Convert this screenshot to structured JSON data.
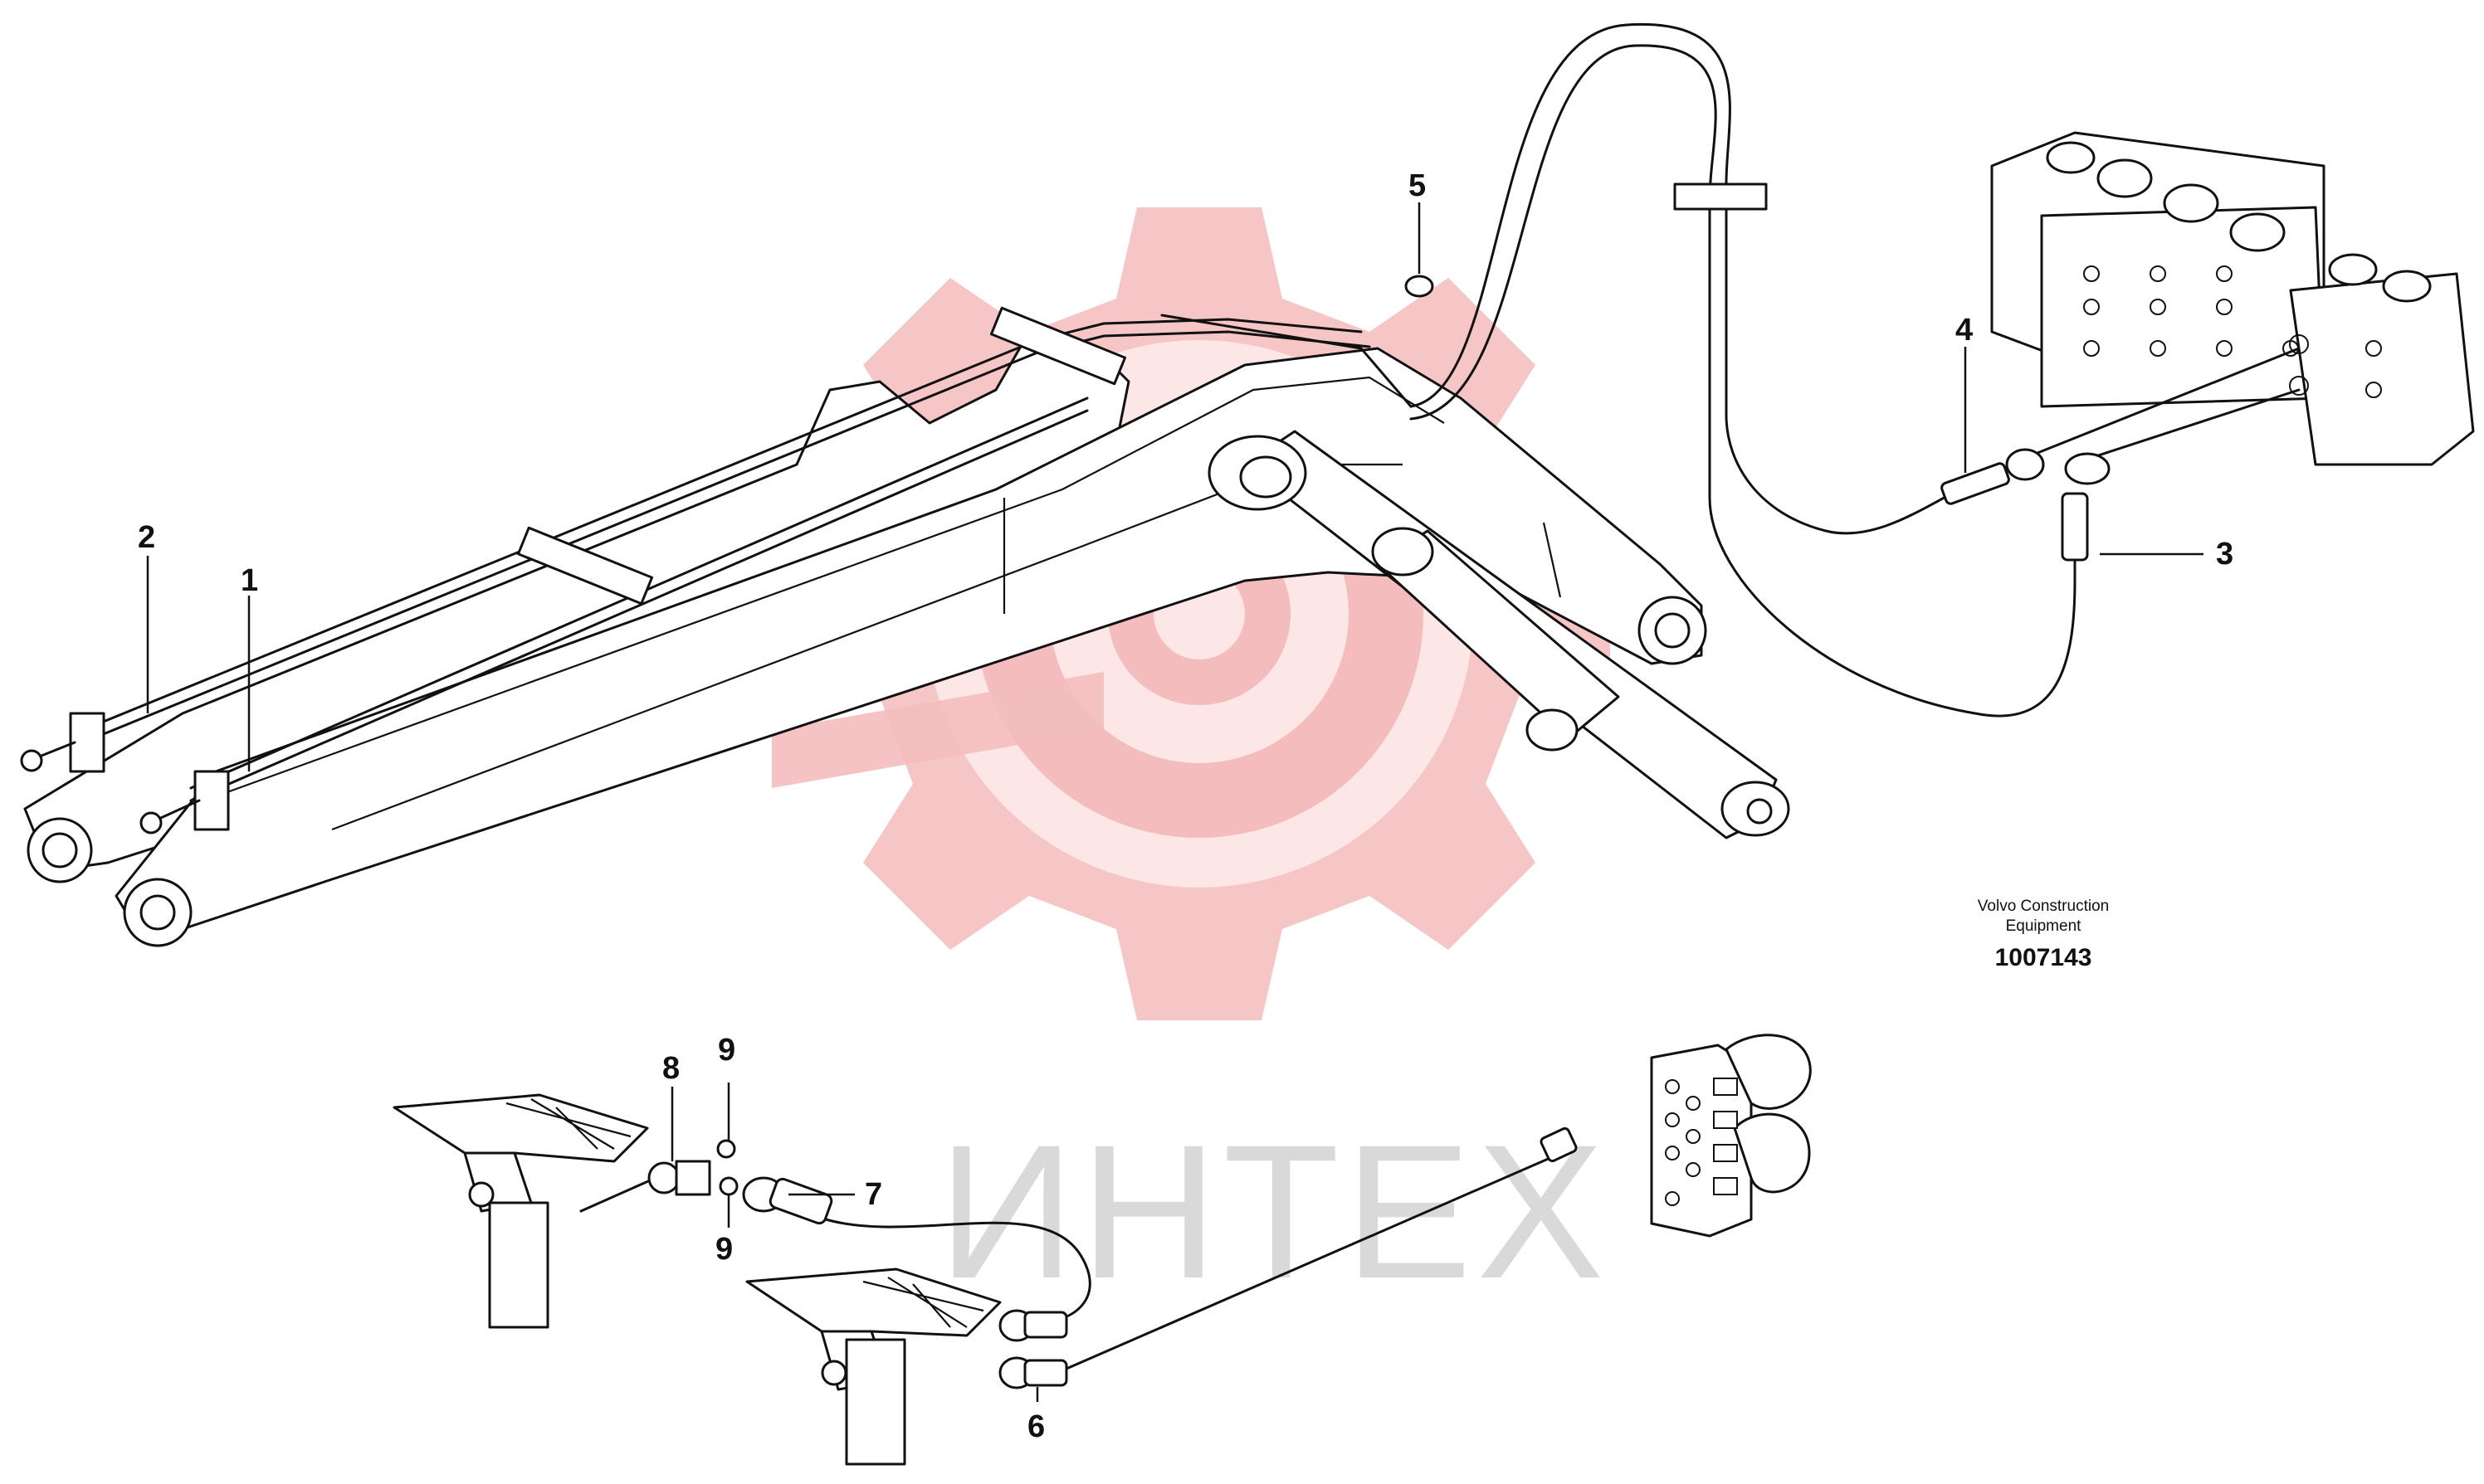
{
  "watermark": {
    "text": "ИНТЕХ",
    "gear_color": "#f4bcbc",
    "text_color": "#d9d9d9"
  },
  "caption": {
    "line1": "Volvo Construction",
    "line2": "Equipment",
    "number": "1007143"
  },
  "callouts": [
    "1",
    "2",
    "3",
    "4",
    "5",
    "6",
    "7",
    "8",
    "9",
    "9"
  ],
  "colors": {
    "line": "#111111",
    "background": "#ffffff"
  }
}
